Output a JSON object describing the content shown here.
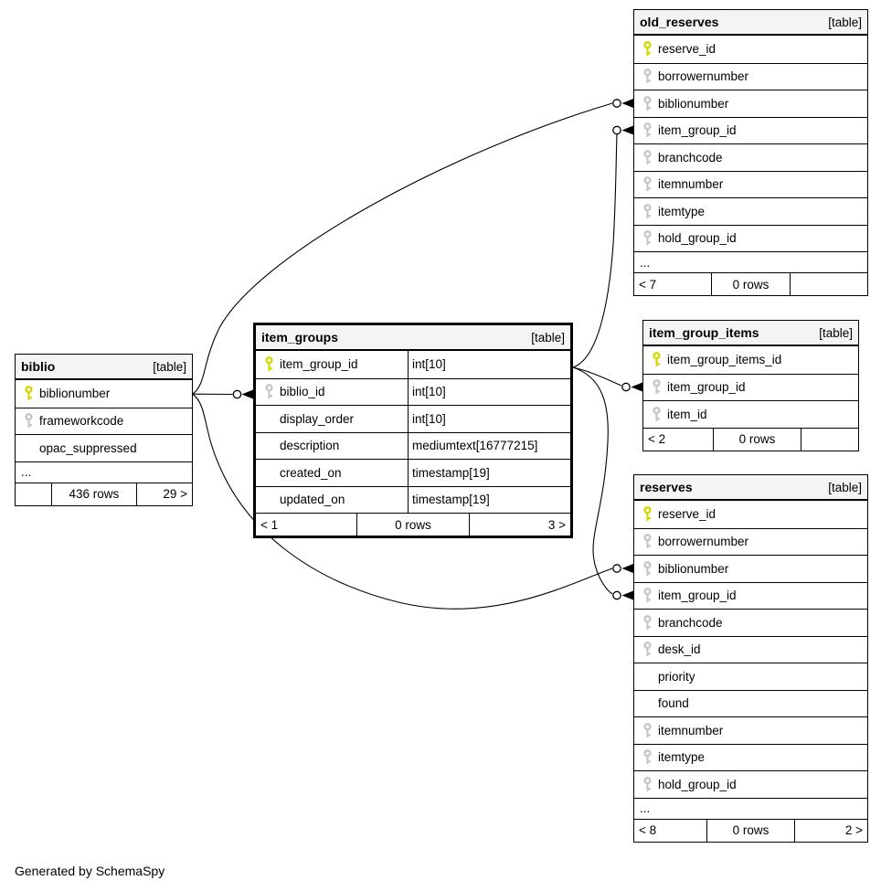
{
  "diagram": {
    "generated_by": "Generated by SchemaSpy"
  },
  "colors": {
    "primary_key": "#d6d600",
    "foreign_key": "#c6c6c6",
    "header_bg": "#f4f4f4",
    "table_border": "#000000"
  },
  "tables": [
    {
      "id": "old_reserves",
      "title": "old_reserves",
      "badge": "[table]",
      "columns": [
        {
          "name": "reserve_id",
          "key": "primary"
        },
        {
          "name": "borrowernumber",
          "key": "foreign"
        },
        {
          "name": "biblionumber",
          "key": "foreign"
        },
        {
          "name": "item_group_id",
          "key": "foreign"
        },
        {
          "name": "branchcode",
          "key": "foreign"
        },
        {
          "name": "itemnumber",
          "key": "foreign"
        },
        {
          "name": "itemtype",
          "key": "foreign"
        },
        {
          "name": "hold_group_id",
          "key": "foreign"
        }
      ],
      "ellipsis": "...",
      "footer": {
        "left": "< 7",
        "center": "0 rows",
        "right": ""
      }
    },
    {
      "id": "item_group_items",
      "title": "item_group_items",
      "badge": "[table]",
      "columns": [
        {
          "name": "item_group_items_id",
          "key": "primary"
        },
        {
          "name": "item_group_id",
          "key": "foreign"
        },
        {
          "name": "item_id",
          "key": "foreign"
        }
      ],
      "footer": {
        "left": "< 2",
        "center": "0 rows",
        "right": ""
      }
    },
    {
      "id": "reserves",
      "title": "reserves",
      "badge": "[table]",
      "columns": [
        {
          "name": "reserve_id",
          "key": "primary"
        },
        {
          "name": "borrowernumber",
          "key": "foreign"
        },
        {
          "name": "biblionumber",
          "key": "foreign"
        },
        {
          "name": "item_group_id",
          "key": "foreign"
        },
        {
          "name": "branchcode",
          "key": "foreign"
        },
        {
          "name": "desk_id",
          "key": "foreign"
        },
        {
          "name": "priority",
          "key": "none"
        },
        {
          "name": "found",
          "key": "none"
        },
        {
          "name": "itemnumber",
          "key": "foreign"
        },
        {
          "name": "itemtype",
          "key": "foreign"
        },
        {
          "name": "hold_group_id",
          "key": "foreign"
        }
      ],
      "ellipsis": "...",
      "footer": {
        "left": "< 8",
        "center": "0 rows",
        "right": "2 >"
      }
    },
    {
      "id": "item_groups",
      "title": "item_groups",
      "badge": "[table]",
      "focus": true,
      "columns": [
        {
          "name": "item_group_id",
          "key": "primary",
          "type": "int[10]"
        },
        {
          "name": "biblio_id",
          "key": "foreign",
          "type": "int[10]"
        },
        {
          "name": "display_order",
          "key": "none",
          "type": "int[10]"
        },
        {
          "name": "description",
          "key": "none",
          "type": "mediumtext[16777215]"
        },
        {
          "name": "created_on",
          "key": "none",
          "type": "timestamp[19]"
        },
        {
          "name": "updated_on",
          "key": "none",
          "type": "timestamp[19]"
        }
      ],
      "footer": {
        "left": "< 1",
        "center": "0 rows",
        "right": "3 >"
      }
    },
    {
      "id": "biblio",
      "title": "biblio",
      "badge": "[table]",
      "columns": [
        {
          "name": "biblionumber",
          "key": "primary"
        },
        {
          "name": "frameworkcode",
          "key": "foreign"
        },
        {
          "name": "opac_suppressed",
          "key": "none"
        }
      ],
      "ellipsis": "...",
      "footer": {
        "left": "",
        "center": "436 rows",
        "right": "29 >"
      }
    }
  ],
  "relationships": [
    {
      "from": "biblio.biblionumber",
      "to": "item_groups.biblio_id"
    },
    {
      "from": "biblio.biblionumber",
      "to": "old_reserves.biblionumber"
    },
    {
      "from": "biblio.biblionumber",
      "to": "reserves.biblionumber"
    },
    {
      "from": "item_groups.item_group_id",
      "to": "old_reserves.item_group_id"
    },
    {
      "from": "item_groups.item_group_id",
      "to": "item_group_items.item_group_id"
    },
    {
      "from": "item_groups.item_group_id",
      "to": "reserves.item_group_id"
    }
  ]
}
